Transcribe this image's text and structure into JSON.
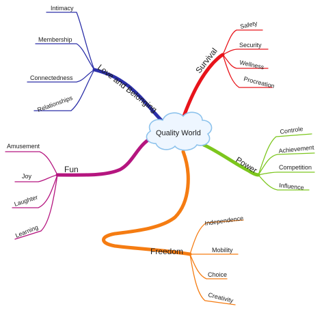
{
  "center": {
    "label": "Quality World"
  },
  "branches": {
    "love": {
      "label": "Love and Belonging",
      "color": "#2b2fa8",
      "children": [
        "Intimacy",
        "Membership",
        "Connectedness",
        "Relationships"
      ]
    },
    "survival": {
      "label": "Survival",
      "color": "#e8141b",
      "children": [
        "Safety",
        "Security",
        "Wellness",
        "Procreation"
      ]
    },
    "fun": {
      "label": "Fun",
      "color": "#b5157f",
      "children": [
        "Amusement",
        "Joy",
        "Laughter",
        "Learning"
      ]
    },
    "power": {
      "label": "Power",
      "color": "#7cc61d",
      "children": [
        "Controle",
        "Achievement",
        "Competition",
        "Influence"
      ]
    },
    "freedom": {
      "label": "Freedom",
      "color": "#f57c12",
      "children": [
        "Independence",
        "Mobility",
        "Choice",
        "Creativity"
      ]
    }
  }
}
